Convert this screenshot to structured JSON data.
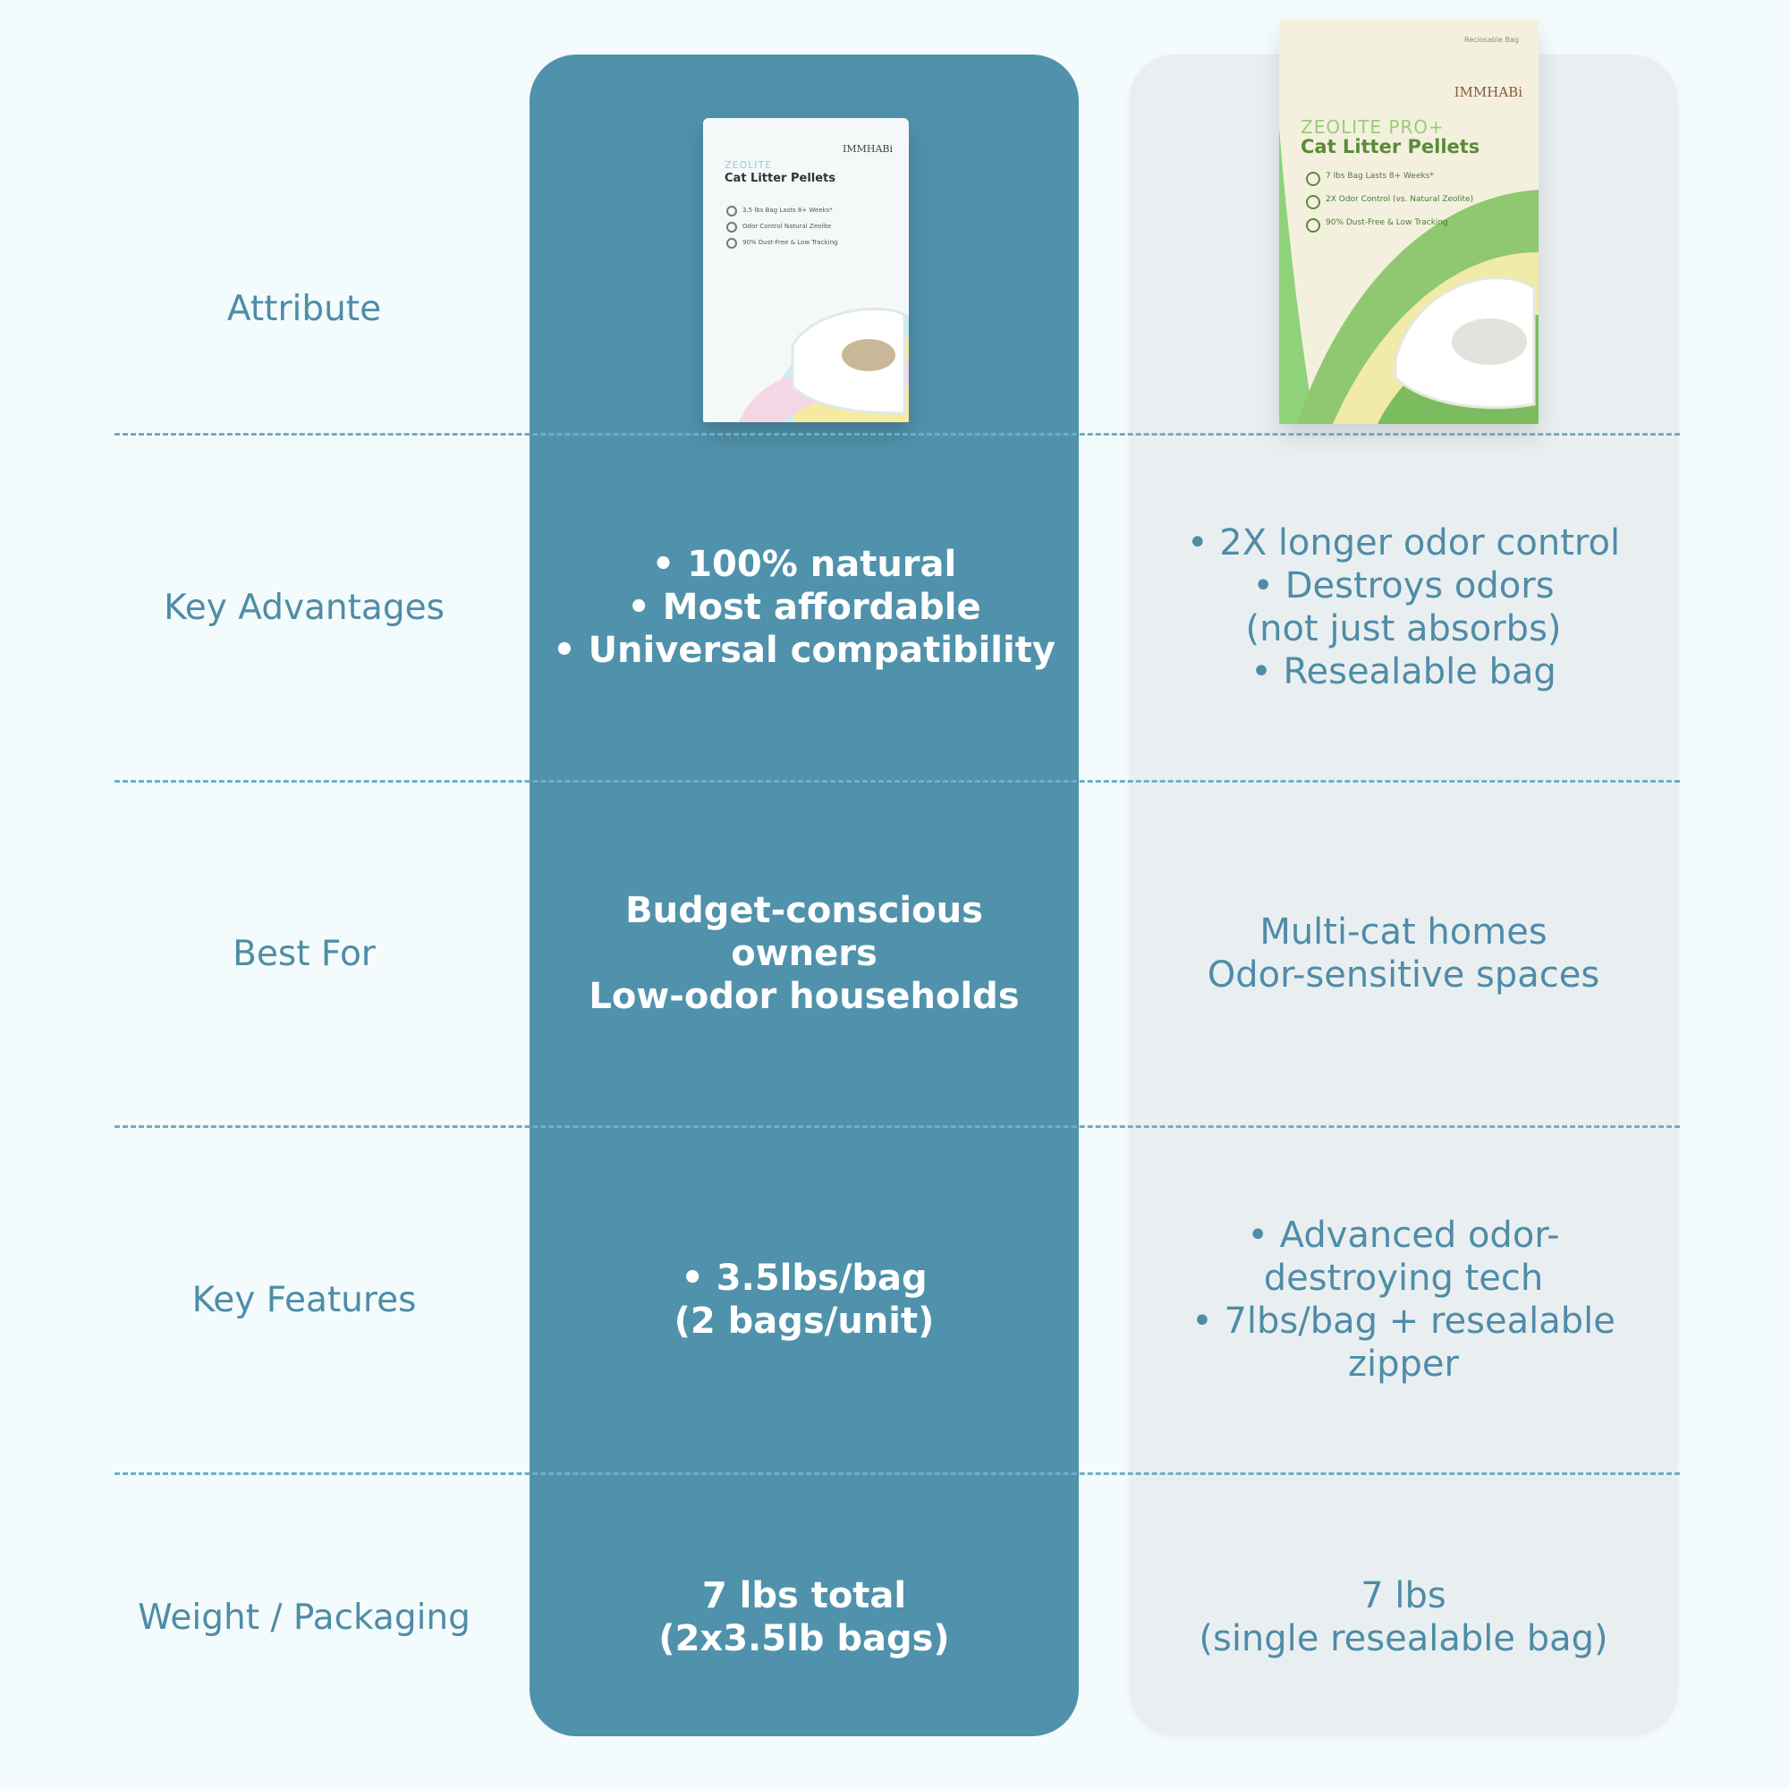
{
  "rows": [
    {
      "attribute": "Attribute",
      "product1": "",
      "product2": ""
    },
    {
      "attribute": "Key Advantages",
      "product1": "• 100% natural\n• Most affordable\n• Universal compatibility",
      "product2": "• 2X longer odor control\n• Destroys odors\n(not just absorbs)\n• Resealable bag"
    },
    {
      "attribute": "Best For",
      "product1": "Budget-conscious\nowners\nLow-odor households",
      "product2": "Multi-cat homes\nOdor-sensitive spaces"
    },
    {
      "attribute": "Key Features",
      "product1": "• 3.5lbs/bag\n(2 bags/unit)",
      "product2": "• Advanced odor-\ndestroying tech\n• 7lbs/bag + resealable\nzipper"
    },
    {
      "attribute": "Weight / Packaging",
      "product1": "7 lbs total\n(2x3.5lb bags)",
      "product2": "7 lbs\n(single resealable bag)"
    }
  ],
  "product1_bag": {
    "brand": "IMMHABi",
    "subtitle": "ZEOLITE",
    "title": "Cat Litter Pellets",
    "features": [
      "3.5 lbs Bag Lasts 8+ Weeks*",
      "Odor Control Natural Zeolite",
      "90% Dust-Free & Low Tracking"
    ]
  },
  "product2_bag": {
    "tag": "Reclosable Bag",
    "brand": "IMMHABi",
    "subtitle": "ZEOLITE PRO+",
    "title": "Cat Litter Pellets",
    "features": [
      "7 lbs Bag Lasts 8+ Weeks*",
      "2X Odor Control (vs. Natural Zeolite)",
      "90% Dust-Free & Low Tracking"
    ]
  },
  "colors": {
    "highlight_column": "#5092ab",
    "secondary_column": "#e9eff1",
    "accent_text": "#4f8ca7",
    "divider": "#6faec3",
    "background": "#f3fbfc"
  }
}
